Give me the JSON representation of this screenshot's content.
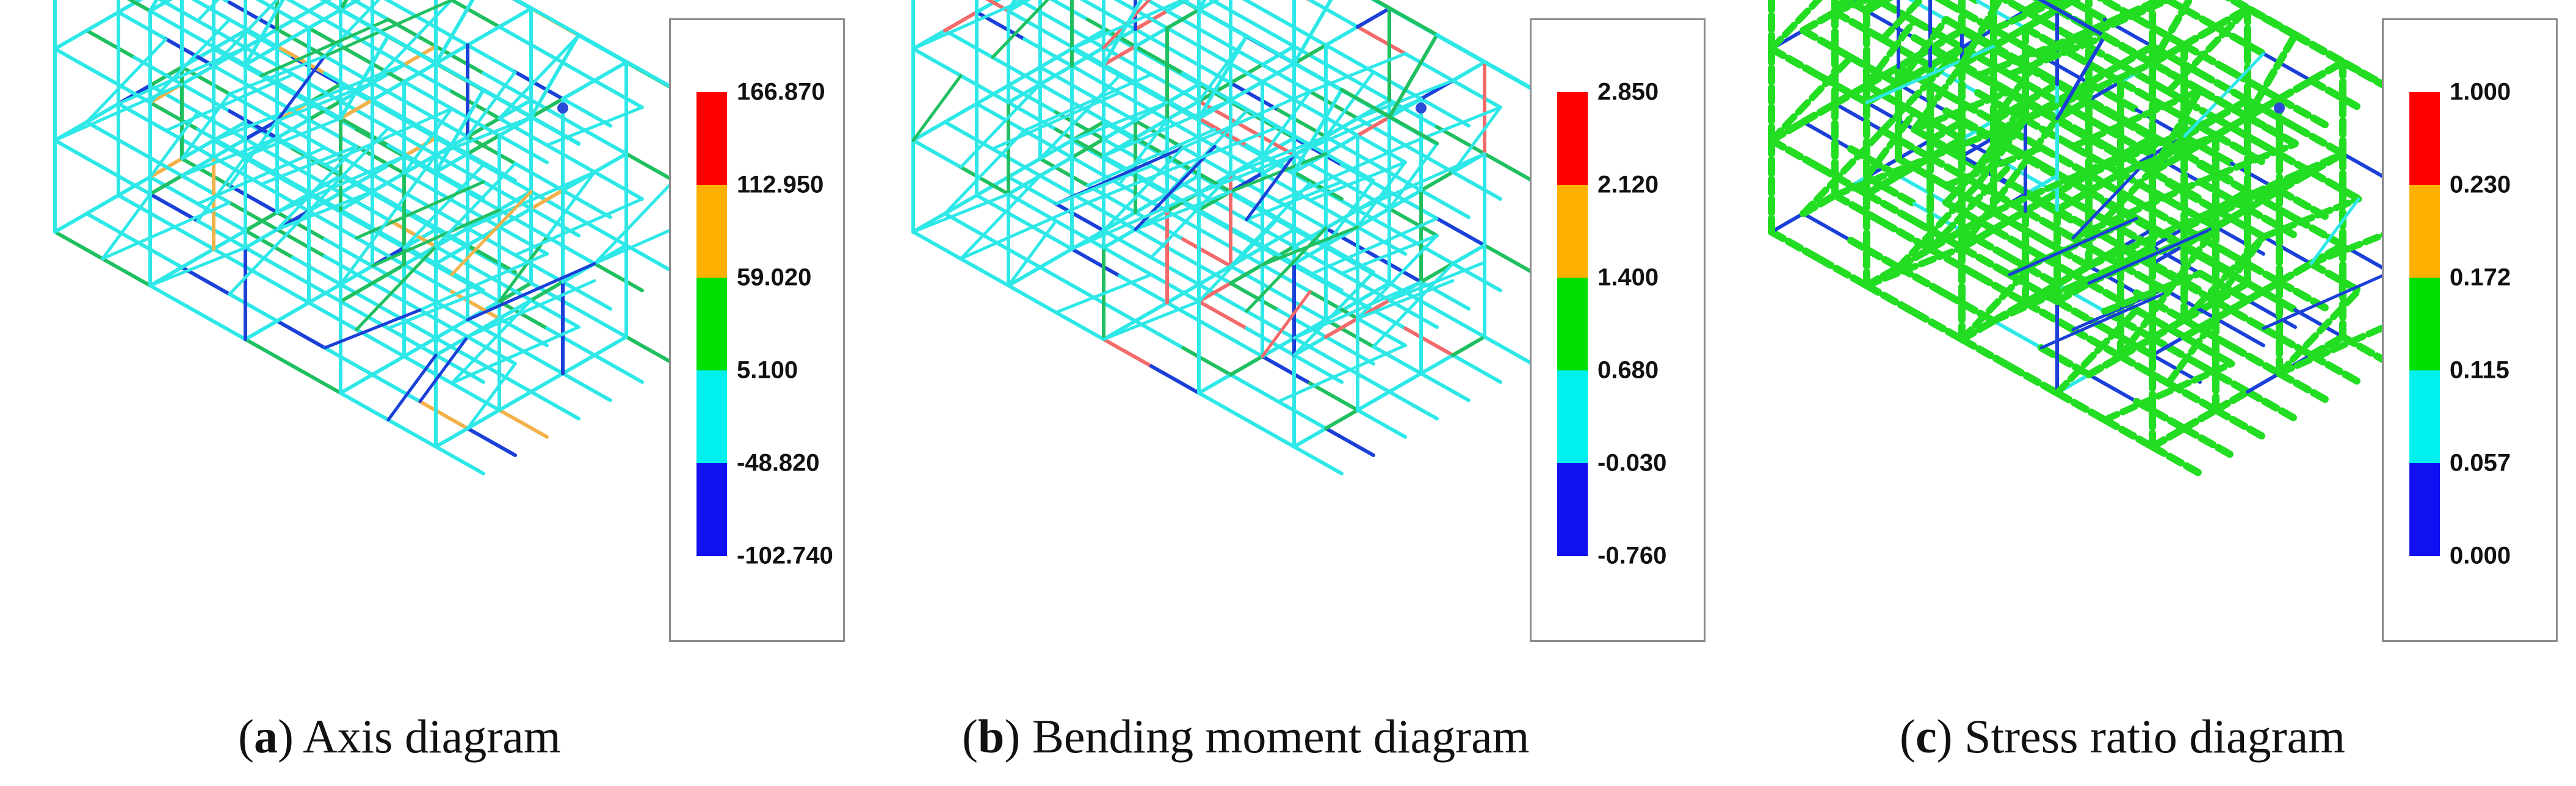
{
  "panels": [
    {
      "id": "a",
      "caption_letter": "a",
      "caption_text": "Axis diagram",
      "legend": {
        "labels": [
          "166.870",
          "112.950",
          "59.020",
          "5.100",
          "-48.820",
          "-102.740"
        ],
        "colors": [
          "#ff0000",
          "#ffb000",
          "#00e000",
          "#00f0f0",
          "#1010f0"
        ]
      },
      "member_color": "#2ee8e8",
      "accent_colors": [
        "#20c060",
        "#f2b24a",
        "#1a40d8"
      ]
    },
    {
      "id": "b",
      "caption_letter": "b",
      "caption_text": "Bending moment diagram",
      "legend": {
        "labels": [
          "2.850",
          "2.120",
          "1.400",
          "0.680",
          "-0.030",
          "-0.760"
        ],
        "colors": [
          "#ff0000",
          "#ffb000",
          "#00e000",
          "#00f0f0",
          "#1010f0"
        ]
      },
      "member_color": "#2ee8e8",
      "accent_colors": [
        "#20c060",
        "#f26a6a",
        "#1a40d8"
      ]
    },
    {
      "id": "c",
      "caption_letter": "c",
      "caption_text": "Stress ratio diagram",
      "legend": {
        "labels": [
          "1.000",
          "0.230",
          "0.172",
          "0.115",
          "0.057",
          "0.000"
        ],
        "colors": [
          "#ff0000",
          "#ffb000",
          "#00e000",
          "#00f0f0",
          "#1010f0"
        ]
      },
      "member_color": "#22dd22",
      "accent_colors": [
        "#1a40d8",
        "#2ee8e8",
        "#22dd22"
      ]
    }
  ]
}
